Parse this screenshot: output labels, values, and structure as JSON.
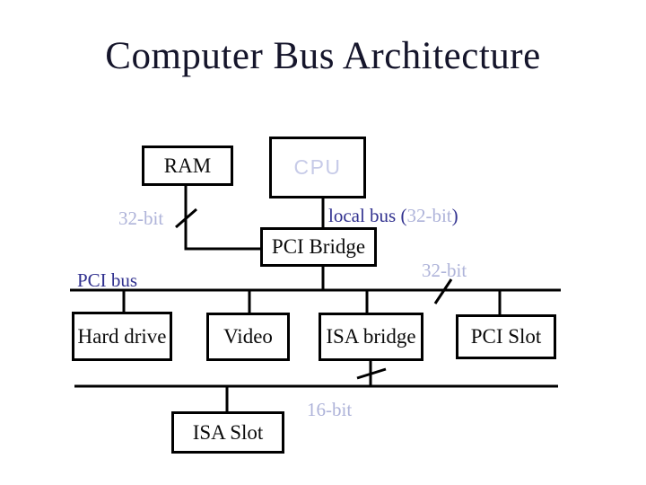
{
  "slide": {
    "title": "Computer Bus Architecture"
  },
  "colors": {
    "title": "#15152b",
    "navy": "#31318f",
    "bus_width_label": "#aeb3d9",
    "cpu_label": "#c7cbe8",
    "line": "#000000"
  },
  "nodes": {
    "ram": {
      "label": "RAM"
    },
    "cpu": {
      "label": "CPU"
    },
    "pci_bridge": {
      "label": "PCI Bridge"
    },
    "hard_drive": {
      "label": "Hard drive"
    },
    "video": {
      "label": "Video"
    },
    "isa_bridge": {
      "label": "ISA bridge"
    },
    "pci_slot": {
      "label": "PCI Slot"
    },
    "isa_slot": {
      "label": "ISA Slot"
    }
  },
  "labels": {
    "ram_link_width": "32-bit",
    "local_bus_prefix": "local bus (",
    "local_bus_width": "32-bit",
    "local_bus_suffix": ")",
    "pci_bus": "PCI bus",
    "pci_bus_width": "32-bit",
    "isa_bus_width": "16-bit"
  }
}
